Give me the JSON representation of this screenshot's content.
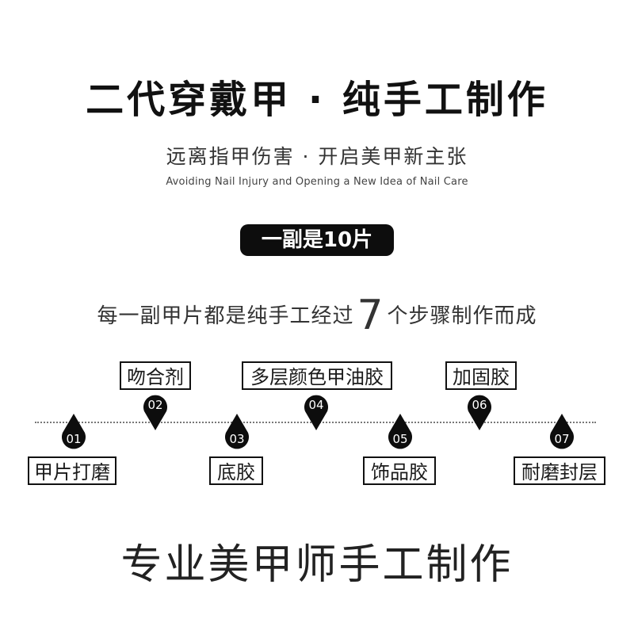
{
  "header": {
    "title": "二代穿戴甲 · 纯手工制作",
    "subtitle_cn": "远离指甲伤害 · 开启美甲新主张",
    "subtitle_en": "Avoiding Nail Injury and Opening a New Idea of Nail Care"
  },
  "badge": {
    "text": "一副是10片"
  },
  "steps_intro": {
    "before": "每一副甲片都是纯手工经过",
    "number": "7",
    "after": "个步骤制作而成"
  },
  "steps": [
    {
      "num": "01",
      "label": "甲片打磨"
    },
    {
      "num": "02",
      "label": "吻合剂"
    },
    {
      "num": "03",
      "label": "底胶"
    },
    {
      "num": "04",
      "label": "多层颜色甲油胶"
    },
    {
      "num": "05",
      "label": "饰品胶"
    },
    {
      "num": "06",
      "label": "加固胶"
    },
    {
      "num": "07",
      "label": "耐磨封层"
    }
  ],
  "footer": {
    "title": "专业美甲师手工制作"
  },
  "colors": {
    "pin": "#0d0d0d",
    "badge": "#0d0d0d",
    "text": "#1a1a1a"
  }
}
